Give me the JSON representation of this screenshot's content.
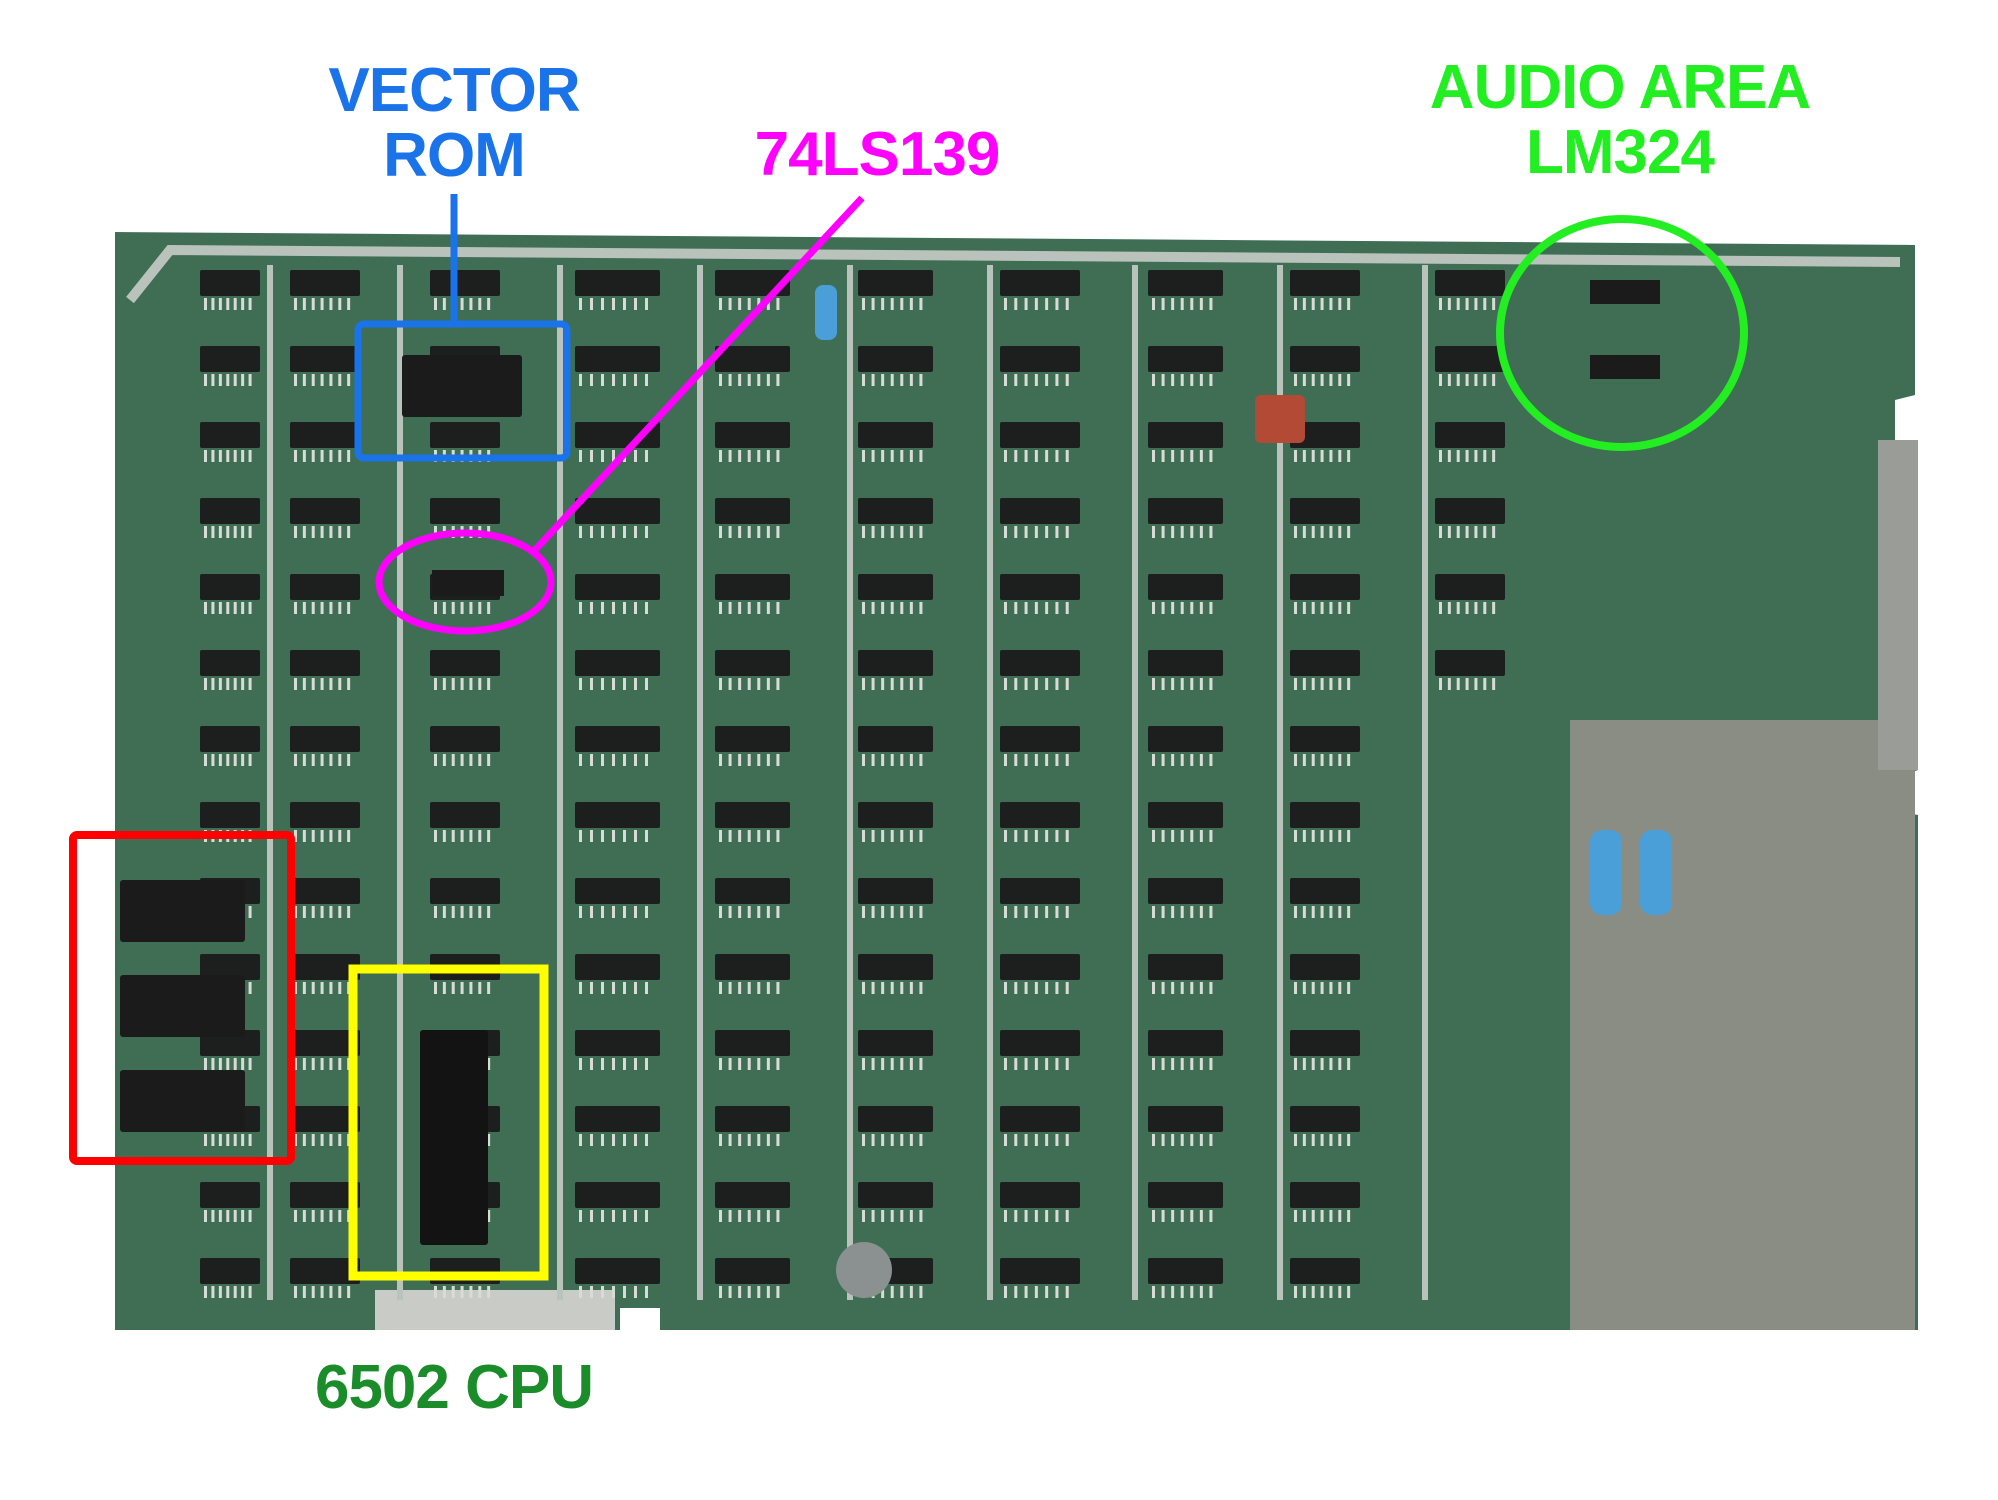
{
  "labels": {
    "vector_rom": [
      "VECTOR",
      "ROM"
    ],
    "decoder": "74LS139",
    "audio": [
      "AUDIO AREA",
      "LM324"
    ],
    "cpu": "6502 CPU"
  },
  "colors": {
    "vector_rom": "#1a73e8",
    "decoder": "#ff00ff",
    "audio": "#22ee22",
    "cpu": "#1a8c2a",
    "red_box": "#ff0000",
    "yellow_box": "#ffff00",
    "board": "#3f6e55",
    "trace": "#b9c2bb"
  }
}
